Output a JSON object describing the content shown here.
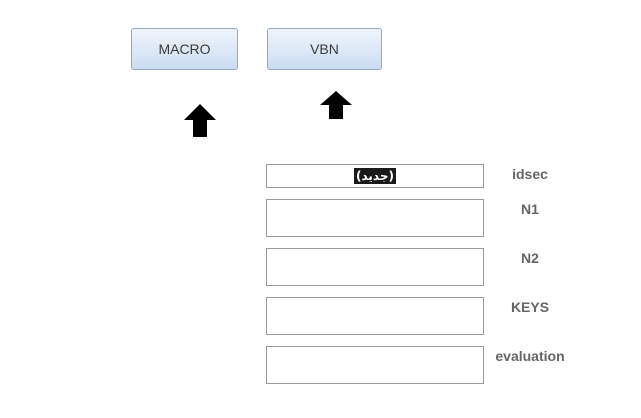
{
  "toolbar": {
    "macro_label": "MACRO",
    "vbn_label": "VBN"
  },
  "icons": {
    "arrow_1": "arrow-up-icon",
    "arrow_2": "arrow-up-icon"
  },
  "form": {
    "idsec": {
      "label": "idsec",
      "value": "(جديد)"
    },
    "n1": {
      "label": "N1",
      "value": ""
    },
    "n2": {
      "label": "N2",
      "value": ""
    },
    "keys": {
      "label": "KEYS",
      "value": ""
    },
    "evaluation": {
      "label": "evaluation",
      "value": ""
    }
  },
  "colors": {
    "button_border": "#8fa9c9",
    "button_bg_top": "#eef4fb",
    "button_bg_bottom": "#c9dcf2",
    "label_text": "#666666",
    "new_tag_bg": "#1a1a1a"
  }
}
